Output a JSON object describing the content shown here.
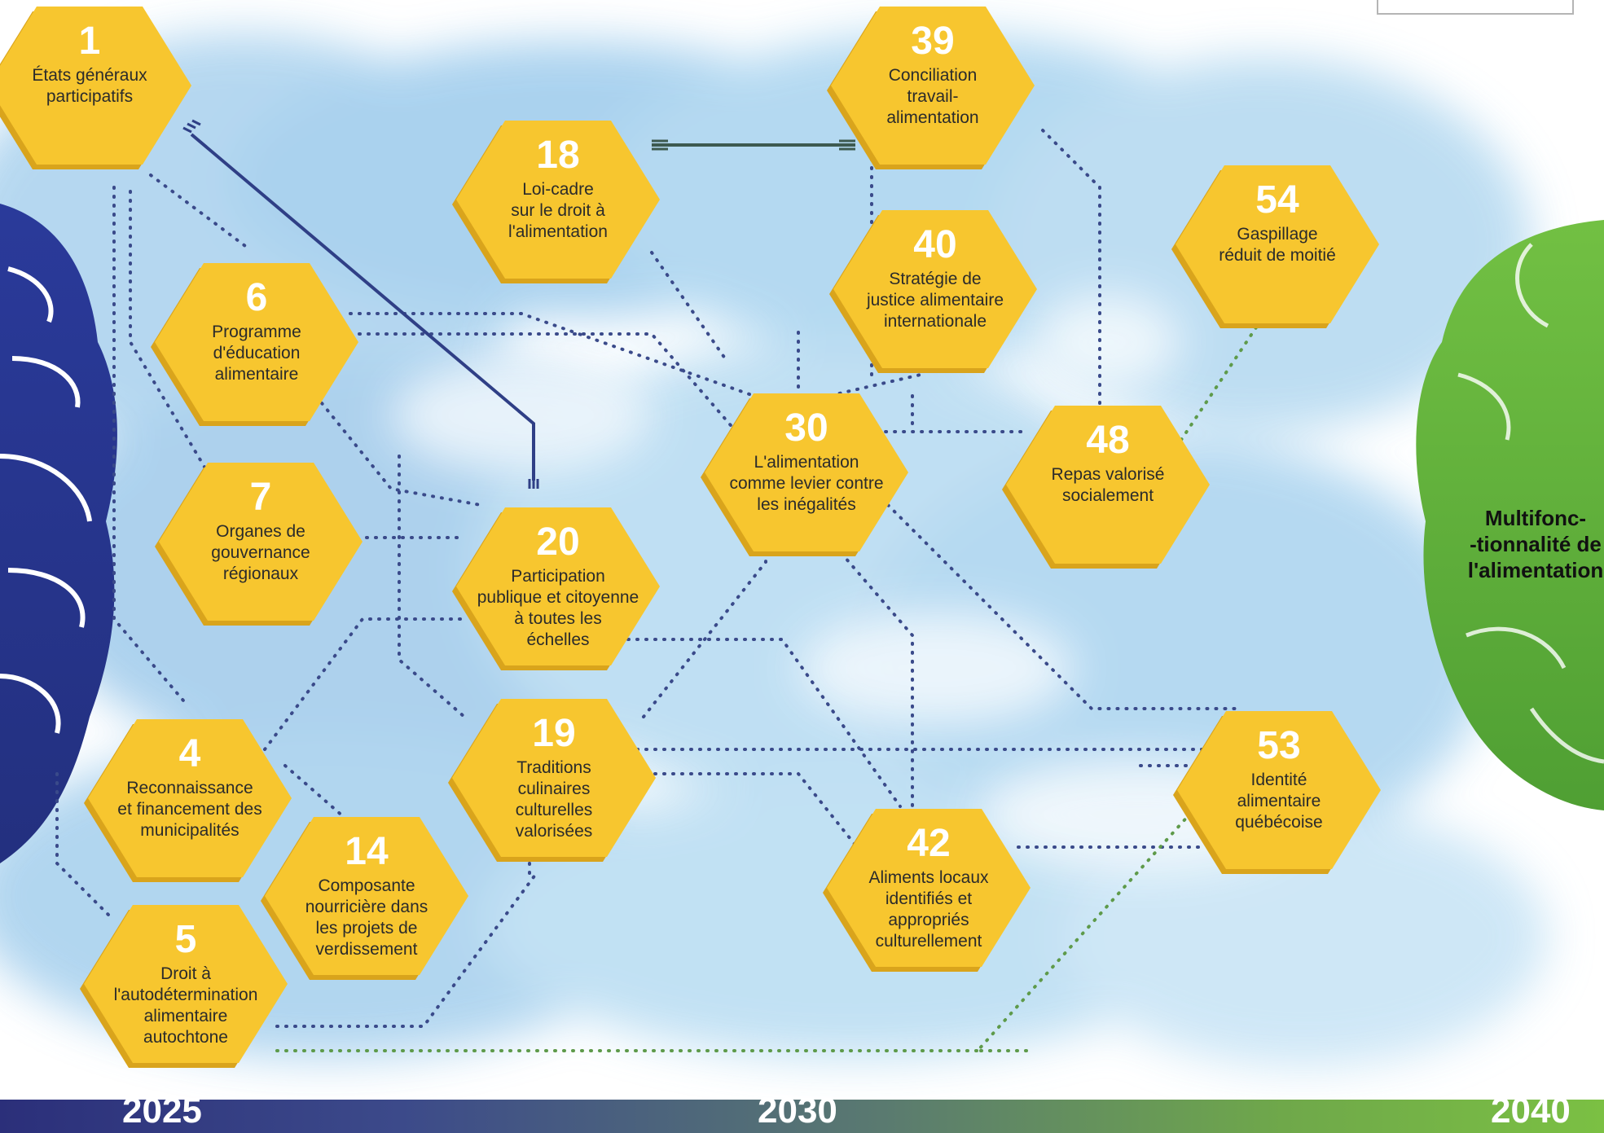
{
  "nodes": [
    {
      "id": "1",
      "label": "États généraux\nparticipatifs"
    },
    {
      "id": "6",
      "label": "Programme\nd'éducation\nalimentaire"
    },
    {
      "id": "7",
      "label": "Organes de\ngouvernance\nrégionaux"
    },
    {
      "id": "4",
      "label": "Reconnaissance\net financement des\nmunicipalités"
    },
    {
      "id": "5",
      "label": "Droit à\nl'autodétermination\nalimentaire\nautochtone"
    },
    {
      "id": "14",
      "label": "Composante\nnourricière dans\nles projets de\nverdissement"
    },
    {
      "id": "18",
      "label": "Loi-cadre\nsur le droit à\nl'alimentation"
    },
    {
      "id": "20",
      "label": "Participation\npublique et citoyenne\nà toutes les\néchelles"
    },
    {
      "id": "19",
      "label": "Traditions\nculinaires\nculturelles\nvalorisées"
    },
    {
      "id": "39",
      "label": "Conciliation\ntravail-\nalimentation"
    },
    {
      "id": "40",
      "label": "Stratégie de\njustice alimentaire\ninternationale"
    },
    {
      "id": "30",
      "label": "L'alimentation\ncomme levier contre\nles inégalités"
    },
    {
      "id": "42",
      "label": "Aliments locaux\nidentifiés et\nappropriés\nculturellement"
    },
    {
      "id": "48",
      "label": "Repas valorisé\nsocialement"
    },
    {
      "id": "54",
      "label": "Gaspillage\nréduit de moitié"
    },
    {
      "id": "53",
      "label": "Identité\nalimentaire\nquébécoise"
    }
  ],
  "goal": "Multifonc-\n-tionnalité de\nl'alimentation",
  "timeline": [
    "2025",
    "2030",
    "2040"
  ],
  "colors": {
    "hex_fill": "#f7c62f",
    "hex_shadow": "#d9a41c",
    "dots": "#3a4a8a",
    "dots_green": "#5e9a4a",
    "fork_line": "#2f3f86",
    "fork_line_2": "#3d5a50",
    "left_blob": "#27348b",
    "right_blob": "#66b33a"
  }
}
